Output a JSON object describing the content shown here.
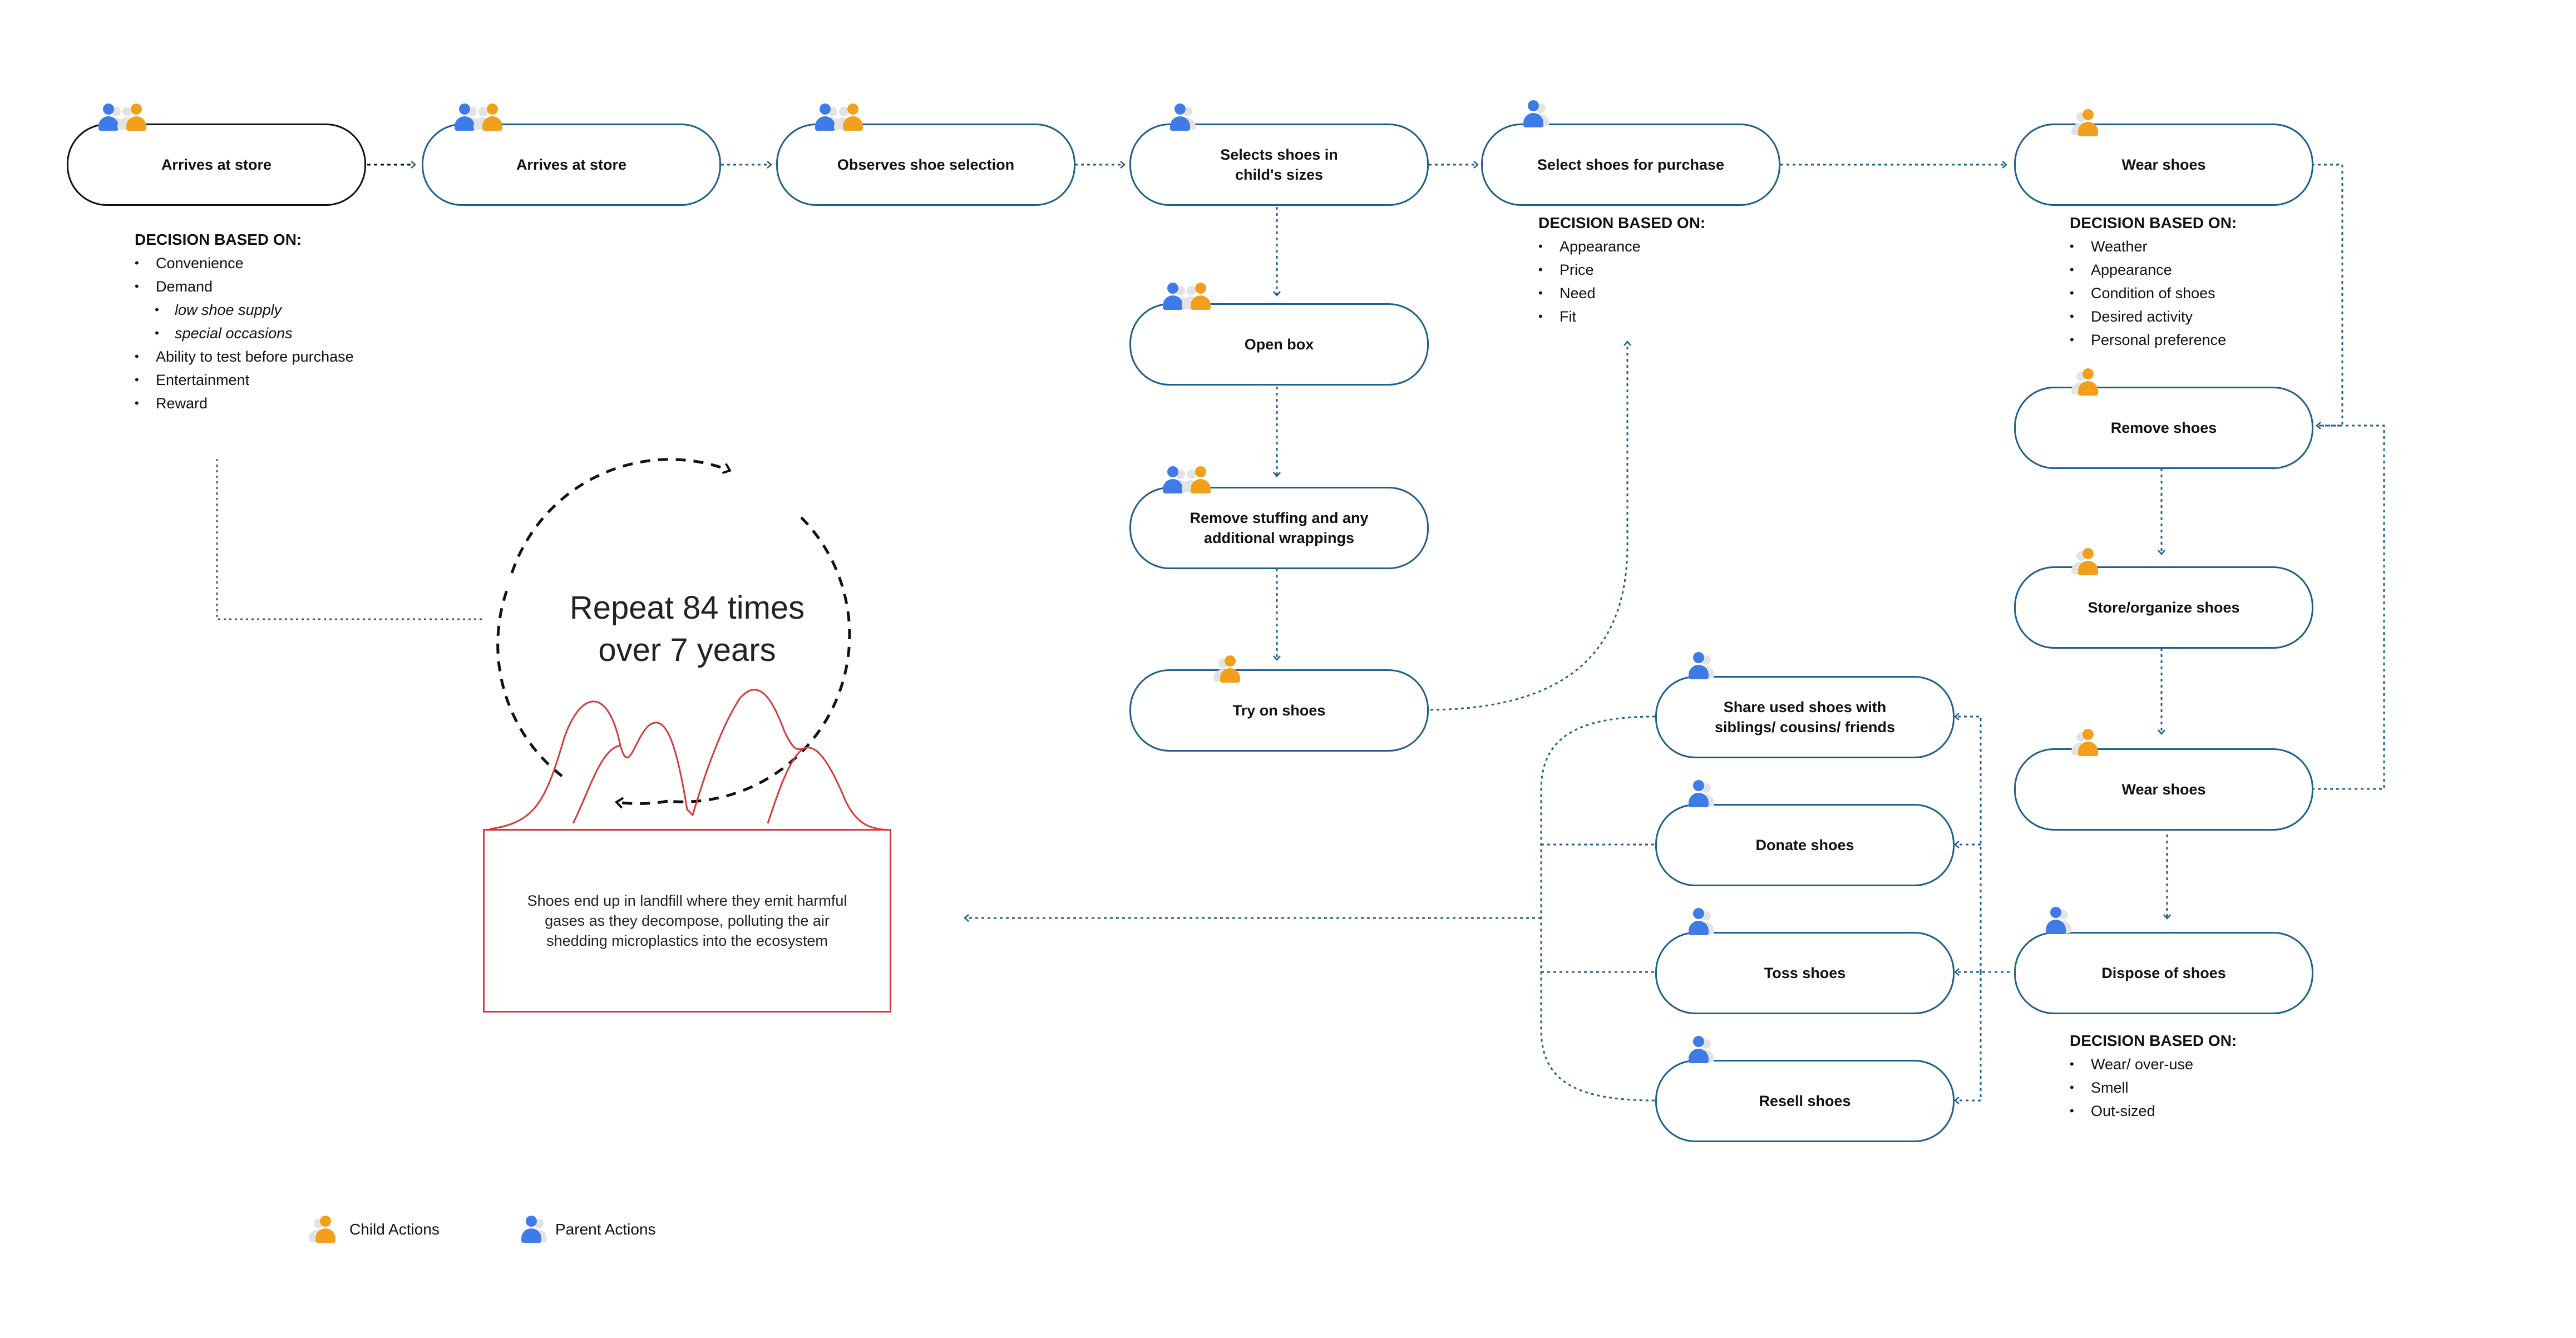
{
  "nodes": {
    "arrives_store_1": "Arrives at store",
    "arrives_store_2": "Arrives at store",
    "observes": "Observes shoe selection",
    "selects": "Selects shoes in\nchild's sizes",
    "select_purchase": "Select shoes for purchase",
    "wear_1": "Wear shoes",
    "open_box": "Open box",
    "remove_stuffing": "Remove stuffing and any\nadditional wrappings",
    "try_on": "Try on shoes",
    "remove_shoes": "Remove shoes",
    "store_organize": "Store/organize shoes",
    "wear_2": "Wear shoes",
    "dispose": "Dispose of shoes",
    "share": "Share used shoes with\nsiblings/ cousins/ friends",
    "donate": "Donate shoes",
    "toss": "Toss shoes",
    "resell": "Resell shoes"
  },
  "decisions": {
    "store": {
      "heading": "DECISION BASED ON:",
      "items": [
        "Convenience",
        "Demand",
        "low shoe supply",
        "special occasions",
        "Ability to test before purchase",
        "Entertainment",
        "Reward"
      ]
    },
    "purchase": {
      "heading": "DECISION BASED ON:",
      "items": [
        "Appearance",
        "Price",
        "Need",
        "Fit"
      ]
    },
    "wear": {
      "heading": "DECISION BASED ON:",
      "items": [
        "Weather",
        "Appearance",
        "Condition of shoes",
        "Desired activity",
        "Personal preference"
      ]
    },
    "dispose": {
      "heading": "DECISION BASED ON:",
      "items": [
        "Wear/ over-use",
        "Smell",
        "Out-sized"
      ]
    }
  },
  "repeat_text": "Repeat 84 times\nover 7 years",
  "landfill_text": "Shoes end up in landfill where they emit harmful gases as they decompose, polluting the air shedding microplastics into the ecosystem",
  "legend": {
    "child": "Child Actions",
    "parent": "Parent Actions"
  },
  "colors": {
    "parent": "#3f7be8",
    "child": "#f2a01c",
    "flow": "#1f5f8b",
    "landfill": "#d63a3a"
  },
  "icon_names": [
    "parent-icon",
    "child-icon"
  ]
}
